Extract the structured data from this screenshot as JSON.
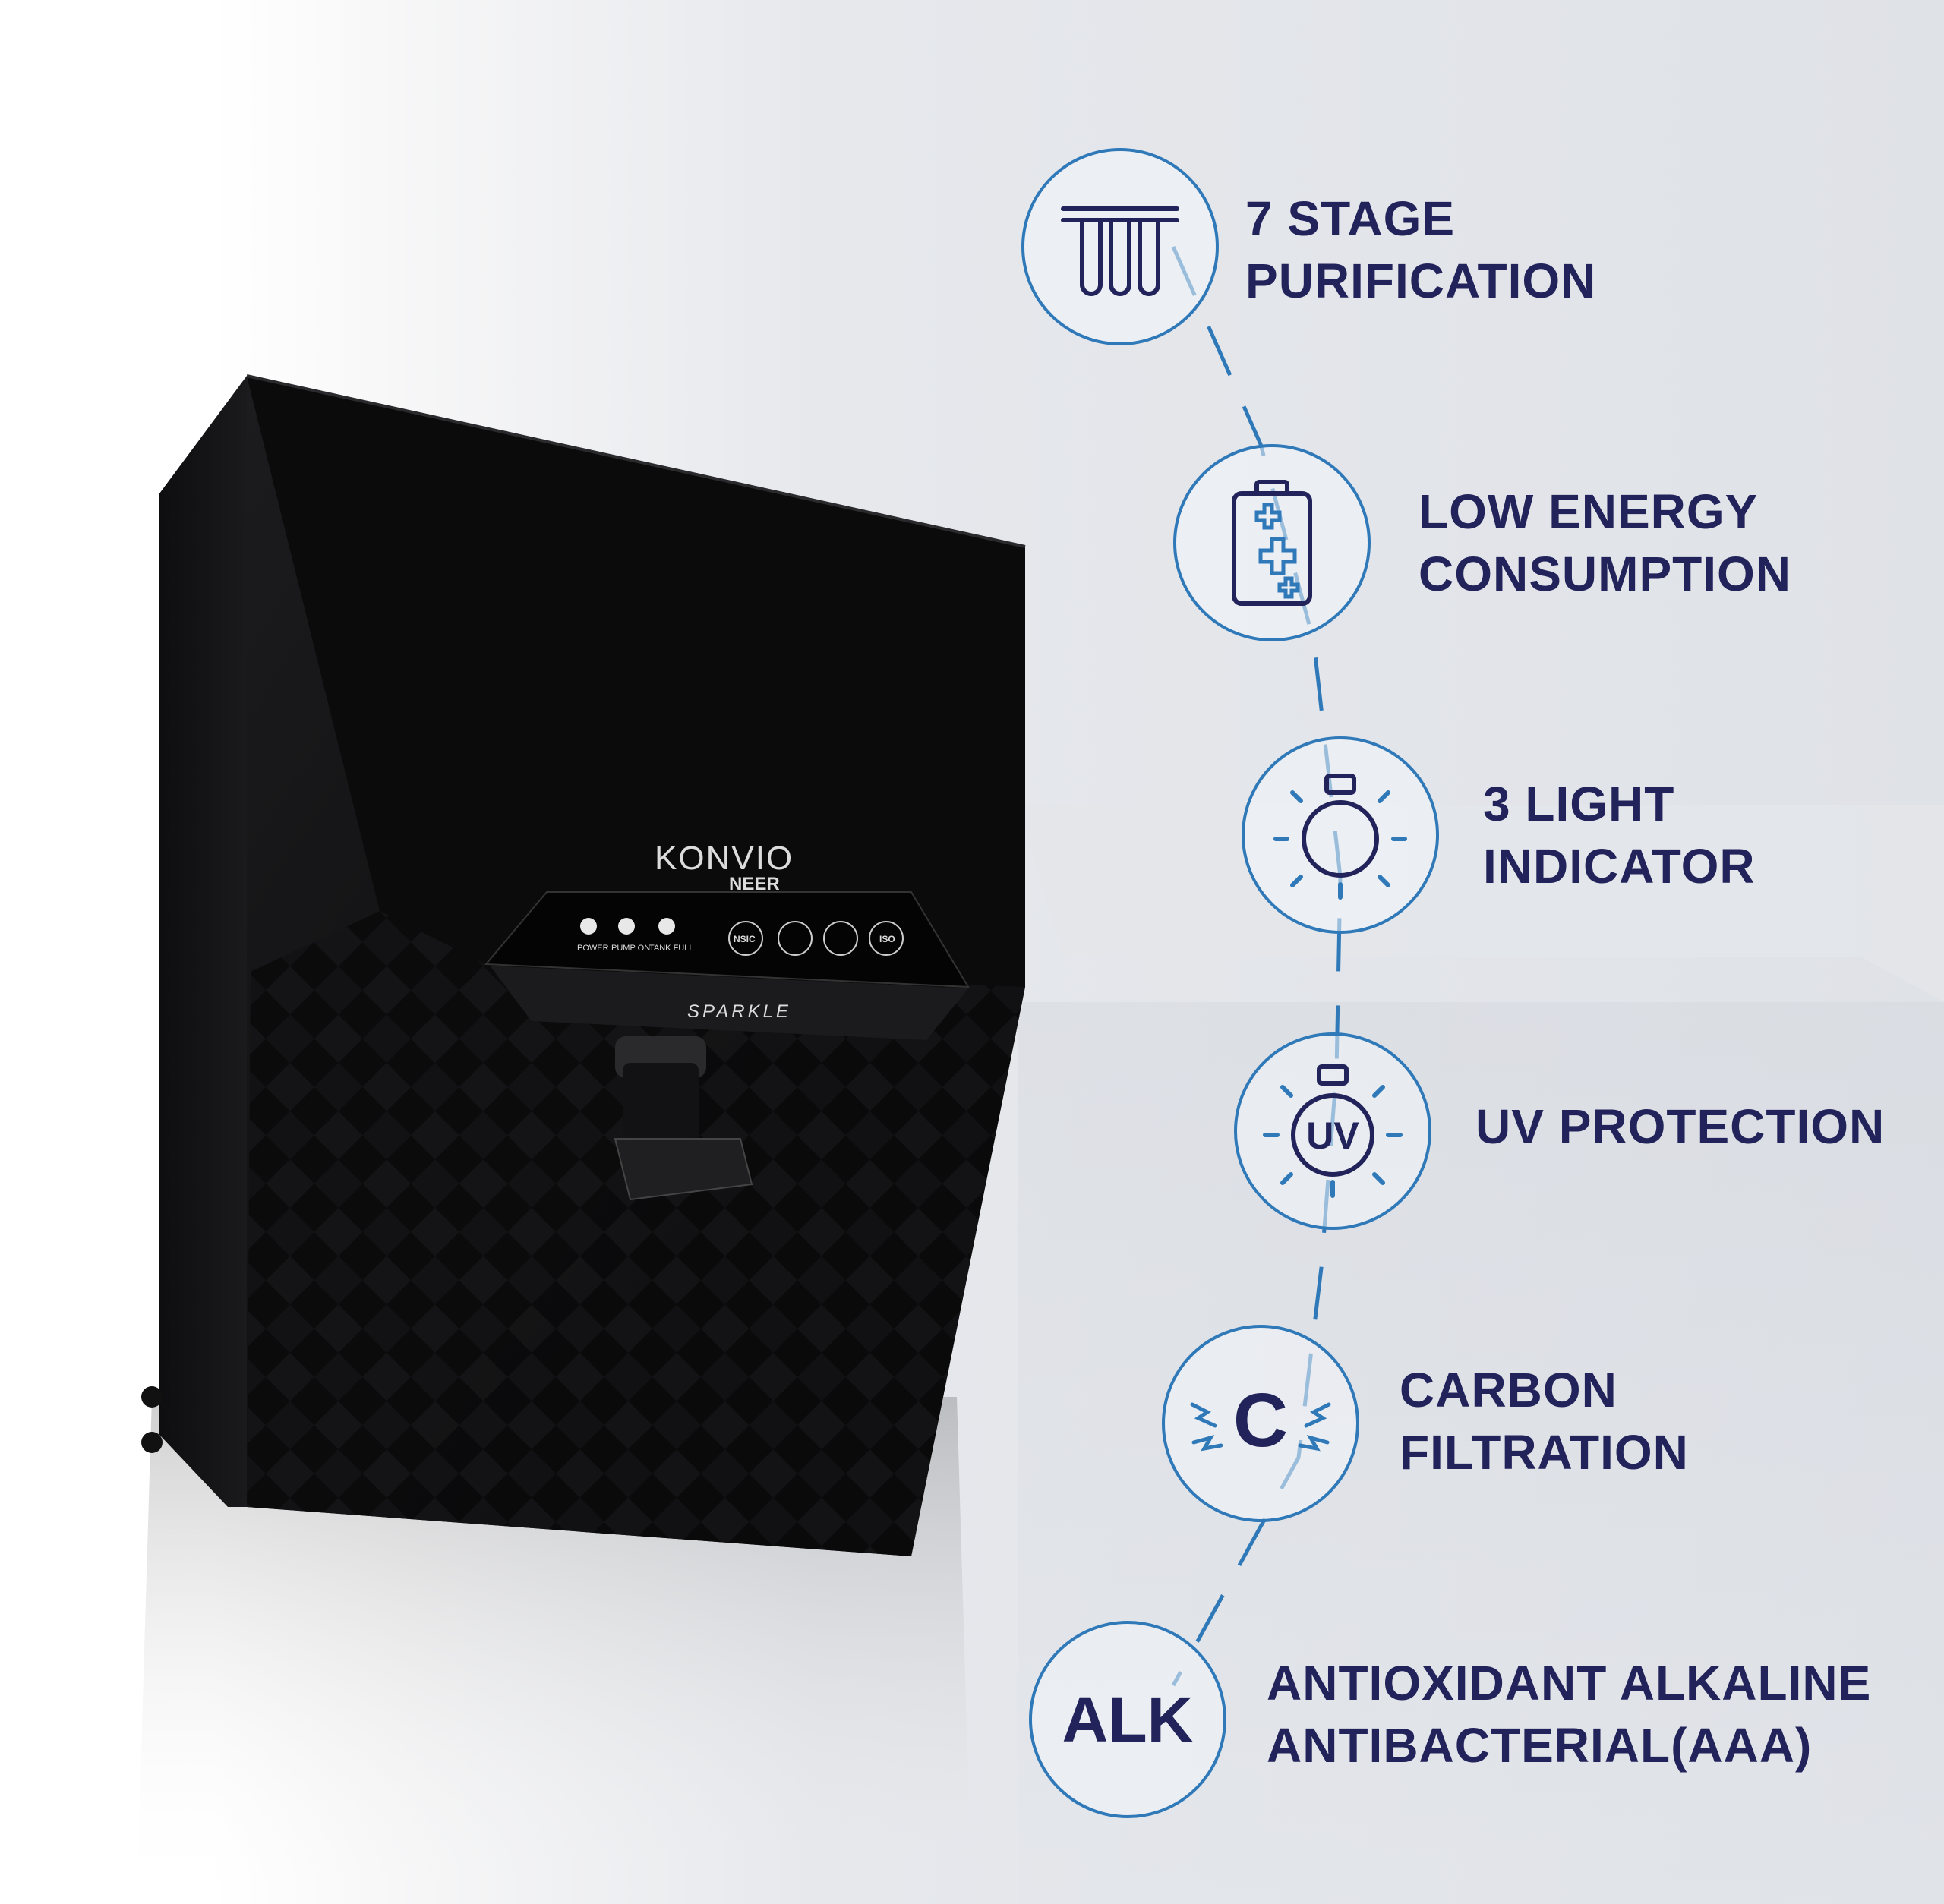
{
  "brand": {
    "logo_text": "KONVIO",
    "sub_logo": "NEER",
    "model": "SPARKLE"
  },
  "panel": {
    "indicators": [
      "POWER",
      "PUMP ON",
      "TANK FULL"
    ],
    "badge_nsic": "NSIC",
    "badge_iso": "ISO"
  },
  "colors": {
    "label": "#22235a",
    "circle_stroke": "#2f79b9",
    "product": "#0b0b0c"
  },
  "features": [
    {
      "icon": "filter-cartridges-icon",
      "lines": [
        "7 STAGE",
        "PURIFICATION"
      ]
    },
    {
      "icon": "battery-plus-icon",
      "lines": [
        "LOW ENERGY",
        "CONSUMPTION"
      ]
    },
    {
      "icon": "light-bulb-icon",
      "lines": [
        "3 LIGHT",
        "INDICATOR"
      ]
    },
    {
      "icon": "uv-lamp-icon",
      "icon_text": "UV",
      "lines": [
        "UV PROTECTION"
      ]
    },
    {
      "icon": "carbon-icon",
      "icon_text": "C",
      "lines": [
        "CARBON",
        "FILTRATION"
      ]
    },
    {
      "icon": "alkaline-icon",
      "icon_text": "ALK",
      "lines": [
        "ANTIOXIDANT ALKALINE",
        "ANTIBACTERIAL(AAA)"
      ]
    }
  ]
}
